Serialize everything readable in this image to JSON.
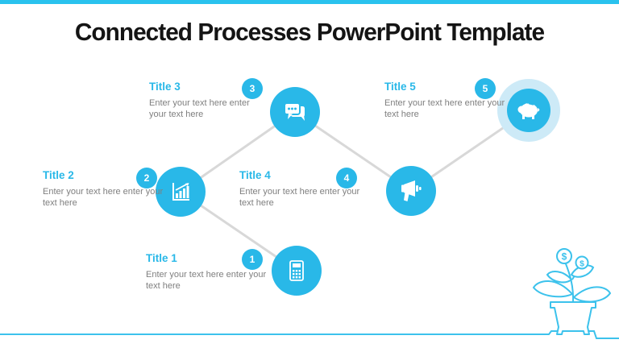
{
  "slide": {
    "title": "Connected Processes PowerPoint Template"
  },
  "colors": {
    "accent_cyan": "#29b8e8",
    "accent_light_halo": "#cdeaf7",
    "top_bar": "#29c2ee",
    "connector_gray": "#d8d8d8",
    "step_title_text": "#29b8e8",
    "body_text": "#7f7f7f",
    "main_title_text": "#141414"
  },
  "steps": [
    {
      "number": "1",
      "title": "Title 1",
      "body": "Enter your text here enter your text here",
      "icon": "calculator-icon"
    },
    {
      "number": "2",
      "title": "Title 2",
      "body": "Enter your text here enter your text here",
      "icon": "bar-chart-growth-icon"
    },
    {
      "number": "3",
      "title": "Title 3",
      "body": "Enter your text here enter your text here",
      "icon": "chat-bubbles-icon"
    },
    {
      "number": "4",
      "title": "Title 4",
      "body": "Enter your text here enter your text here",
      "icon": "megaphone-icon"
    },
    {
      "number": "5",
      "title": "Title 5",
      "body": "Enter your text here enter your text here",
      "icon": "piggy-bank-icon"
    }
  ],
  "decoration": {
    "bottom_right_illustration": "money-plant-in-pot",
    "coin_symbol": "$"
  }
}
